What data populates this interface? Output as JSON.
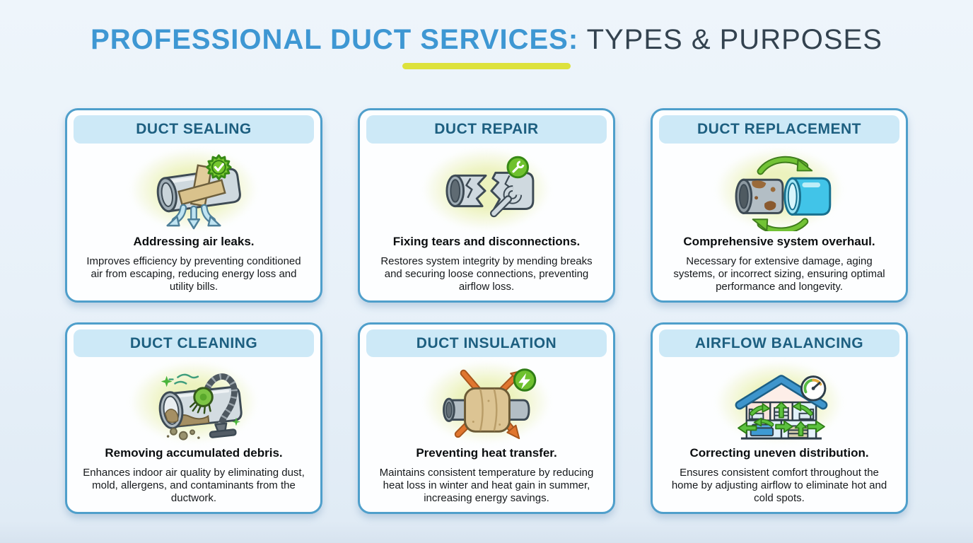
{
  "header": {
    "title_primary": "PROFESSIONAL DUCT SERVICES:",
    "title_secondary": " TYPES & PURPOSES"
  },
  "cards": [
    {
      "title": "DUCT SEALING",
      "icon": "sealed-duct-with-check-badge-and-leak-arrows",
      "subtitle": "Addressing air leaks.",
      "description": "Improves efficiency by preventing conditioned air from escaping, reducing energy loss and utility bills."
    },
    {
      "title": "DUCT REPAIR",
      "icon": "broken-duct-with-wrench-and-repair-badge",
      "subtitle": "Fixing tears and disconnections.",
      "description": "Restores system integrity by mending breaks and securing loose connections, preventing airflow loss."
    },
    {
      "title": "DUCT REPLACEMENT",
      "icon": "old-duct-swapped-for-new-duct-cycle-arrows",
      "subtitle": "Comprehensive system overhaul.",
      "description": "Necessary for extensive damage, aging systems, or incorrect sizing, ensuring optimal performance and longevity."
    },
    {
      "title": "DUCT CLEANING",
      "icon": "duct-with-vacuum-brush-and-debris",
      "subtitle": "Removing accumulated debris.",
      "description": "Enhances indoor air quality by eliminating dust, mold, allergens, and contaminants from the ductwork."
    },
    {
      "title": "DUCT INSULATION",
      "icon": "insulated-duct-with-heat-arrows-and-energy-badge",
      "subtitle": "Preventing heat transfer.",
      "description": "Maintains consistent temperature by reducing heat loss in winter and heat gain in summer, increasing energy savings."
    },
    {
      "title": "AIRFLOW BALANCING",
      "icon": "house-cross-section-with-airflow-arrows-and-gauge",
      "subtitle": "Correcting uneven distribution.",
      "description": "Ensures consistent comfort throughout the home by adjusting airflow to eliminate hot and cold spots."
    }
  ],
  "colors": {
    "accent_blue": "#3e97d3",
    "title_dark": "#33424f",
    "underline_yellow": "#dde23c",
    "card_border": "#4f9fcb",
    "card_header_bg": "#cde9f7",
    "card_title": "#1d5f80",
    "badge_green": "#6fc12e",
    "arrow_green": "#72c335",
    "heat_orange": "#e0762f",
    "duct_gray": "#cfd9df",
    "new_duct_cyan": "#41c4e8",
    "insulation_tan": "#dcc493",
    "background": "#e8f1f9"
  }
}
